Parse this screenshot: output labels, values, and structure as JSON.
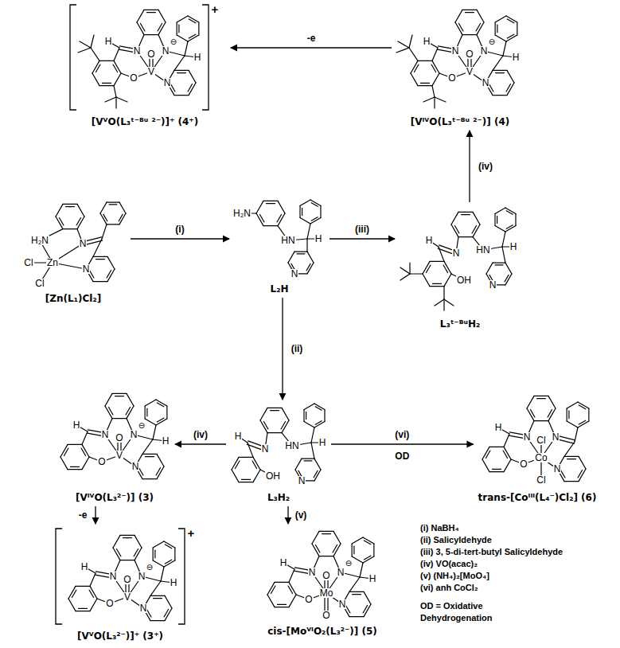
{
  "diagram": {
    "nodes": [
      {
        "text": [
          "[VⱽO(L₃ᵗ⁻ᴮᵘ ²⁻)]⁺ (4⁺)"
        ]
      },
      {
        "text": [
          "[VᴵⱽO(L₃ᵗ⁻ᴮᵘ ²⁻)] (4)"
        ]
      },
      {
        "text": [
          "[Zn(L₁)Cl₂]"
        ]
      },
      {
        "text": [
          "L₂H"
        ]
      },
      {
        "text": [
          "L₃ᵗ⁻ᴮᵘH₂"
        ]
      },
      {
        "text": [
          "[VᴵⱽO(L₃²⁻)] (3)"
        ]
      },
      {
        "text": [
          "L₃H₂"
        ]
      },
      {
        "text": [
          "trans-[Coᴵᴵᴵ(L₄⁻)Cl₂] (6)"
        ]
      },
      {
        "text": [
          "[VⱽO(L₃²⁻)]⁺ (3⁺)"
        ]
      },
      {
        "text": [
          "cis-[MoⱽᴵO₂(L₃²⁻)] (5)"
        ]
      }
    ],
    "edges": [
      {
        "from": 2,
        "to": 3,
        "arrow": "to",
        "label": "(i)"
      },
      {
        "from": 3,
        "to": 4,
        "arrow": "to",
        "label": "(iii)"
      },
      {
        "from": 3,
        "to": 6,
        "arrow": "to",
        "label": "(ii)"
      },
      {
        "from": 4,
        "to": 1,
        "arrow": "to",
        "label": "(iv)"
      },
      {
        "from": 1,
        "to": 0,
        "arrow": "to",
        "label": "-e"
      },
      {
        "from": 6,
        "to": 5,
        "arrow": "to",
        "label": "(iv)"
      },
      {
        "from": 6,
        "to": 7,
        "arrow": "to",
        "label": "(vi)"
      },
      {
        "from": 6,
        "to": 9,
        "arrow": "to",
        "label": "(v)"
      },
      {
        "from": 5,
        "to": 8,
        "arrow": "to",
        "label": "-e"
      }
    ],
    "labels": [
      "N",
      "N",
      "⊖",
      "O",
      "V",
      "H",
      "O",
      "H",
      "N",
      "+",
      "N",
      "N",
      "⊖",
      "O",
      "V",
      "H",
      "O",
      "H",
      "N",
      "H₂N",
      "N",
      "Zn",
      "Cl",
      "Cl",
      "N",
      "H₂N",
      "HN",
      "H",
      "N",
      "N",
      "H",
      "OH",
      "HN",
      "H",
      "N",
      "N",
      "N",
      "⊖",
      "O",
      "V",
      "H",
      "O",
      "H",
      "N",
      "N",
      "H",
      "OH",
      "HN",
      "H",
      "N",
      "N",
      "N",
      "Cl",
      "Co",
      "H",
      "O",
      "N",
      "Cl",
      "N",
      "N",
      "⊖",
      "O",
      "V",
      "H",
      "O",
      "H",
      "N",
      "+",
      "N",
      "N",
      "⊖",
      "O",
      "Mo",
      "H",
      "O",
      "H",
      "N",
      "O",
      "OD",
      "(i) NaBH₄",
      "(ii) Salicyldehyde",
      "(iii) 3, 5-di-tert-butyl Salicyldehyde",
      "(iv) VO(acac)₂",
      "(v) (NH₄)₂[MoO₄]",
      "(vi) anh CoCl₂",
      "OD = Oxidative Dehydrogenation"
    ]
  }
}
